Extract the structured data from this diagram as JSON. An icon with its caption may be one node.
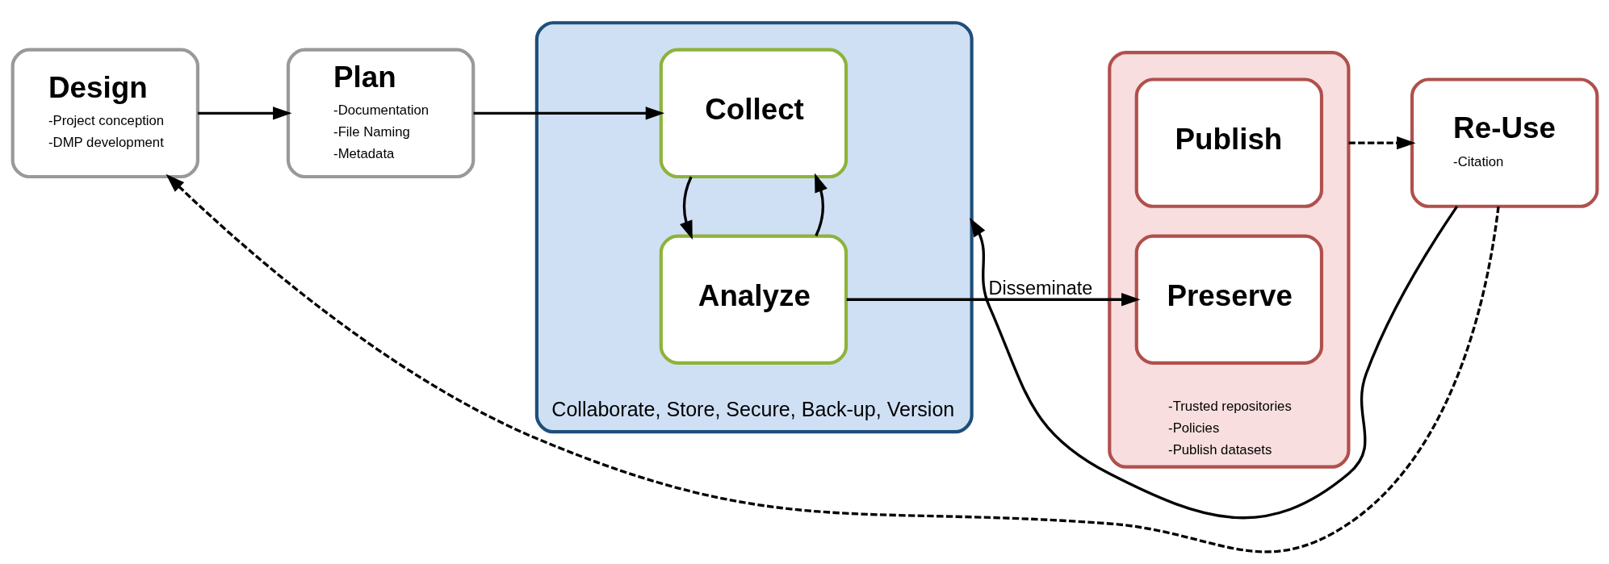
{
  "diagram": {
    "nodes": [
      {
        "text": [
          "Design",
          "-Project conception",
          "-DMP development"
        ]
      },
      {
        "text": [
          "Plan",
          "-Documentation",
          "-File Naming",
          "-Metadata"
        ]
      },
      {
        "text": [
          "Collaborate, Store, Secure, Back-up, Version"
        ]
      },
      {
        "text": [
          "Collect"
        ],
        "in": 2
      },
      {
        "text": [
          "Analyze"
        ],
        "in": 2
      },
      {
        "text": [
          "-Trusted repositories",
          "-Policies",
          "-Publish datasets"
        ]
      },
      {
        "text": [
          "Publish"
        ],
        "in": 5
      },
      {
        "text": [
          "Preserve"
        ],
        "in": 5
      },
      {
        "text": [
          "Re-Use",
          "-Citation"
        ]
      }
    ],
    "edges": [
      {
        "from": 0,
        "to": 1,
        "arrow": "to"
      },
      {
        "from": 1,
        "to": 3,
        "arrow": "to"
      },
      {
        "from": 4,
        "to": 3,
        "arrow": "to"
      },
      {
        "from": 3,
        "to": 4,
        "arrow": "to"
      },
      {
        "from": 4,
        "to": 7,
        "arrow": "to",
        "label": "Disseminate"
      },
      {
        "from": 5,
        "to": 8,
        "arrow": "to",
        "style": "dashed"
      },
      {
        "from": 8,
        "to": 2,
        "arrow": "to"
      },
      {
        "from": 8,
        "to": 0,
        "arrow": "to",
        "style": "dashed"
      }
    ]
  }
}
